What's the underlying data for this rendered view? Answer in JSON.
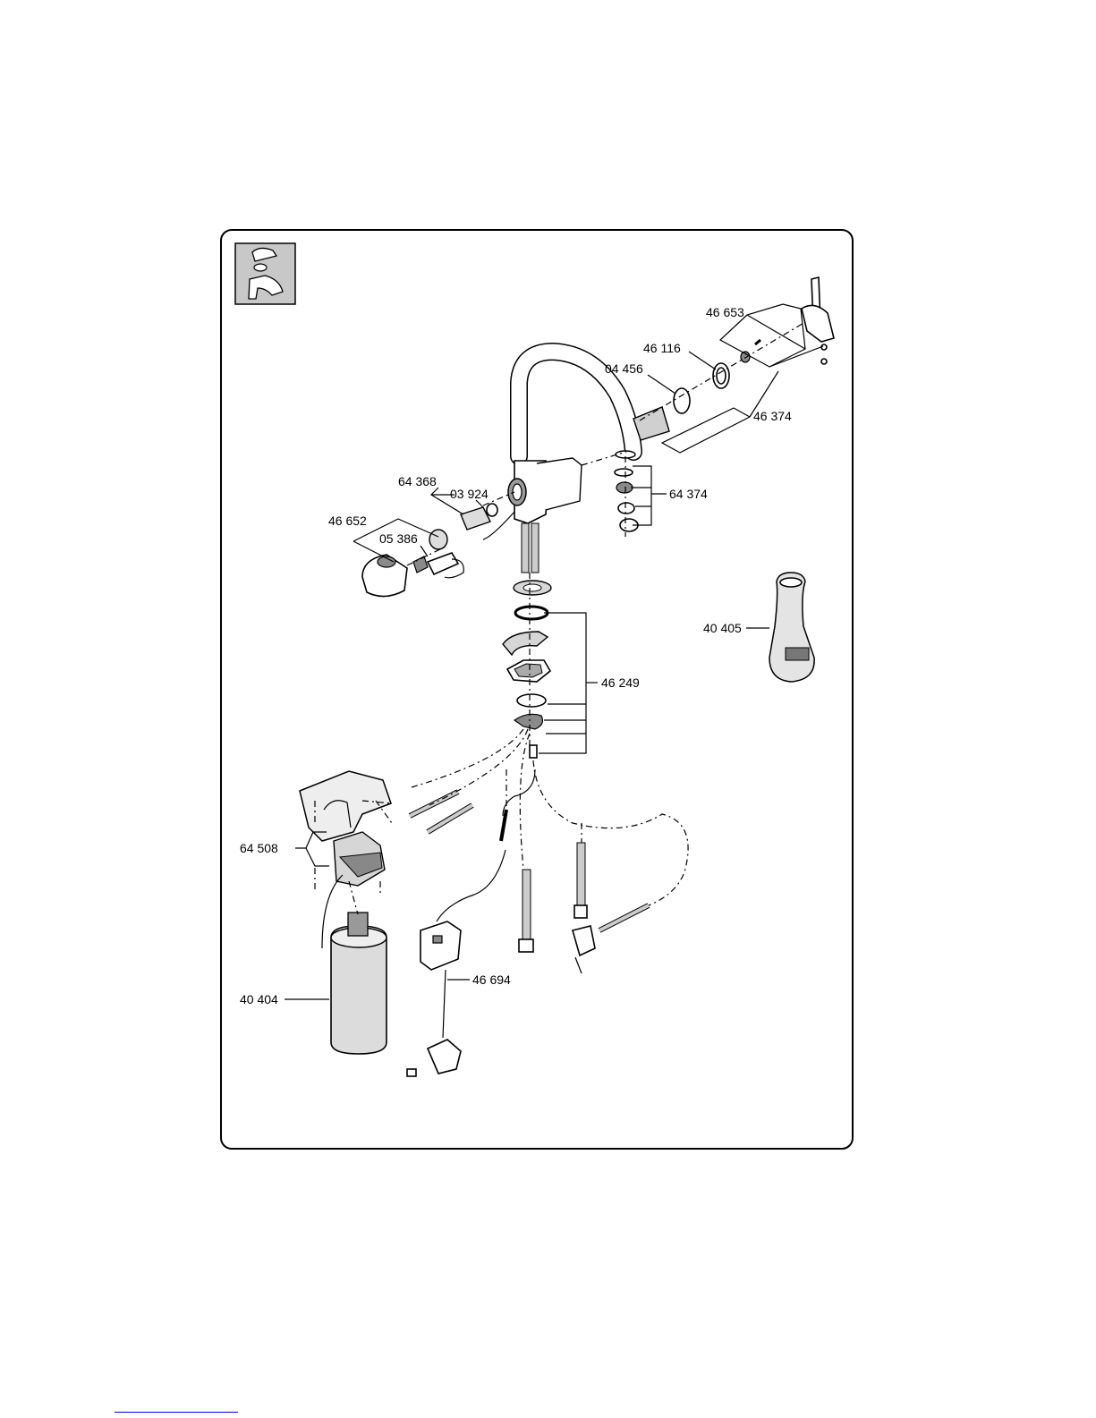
{
  "diagram": {
    "part_labels": {
      "p46653": "46 653",
      "p46116": "46 116",
      "p04456": "04 456",
      "p46374": "46 374",
      "p64374": "64 374",
      "p64368": "64 368",
      "p03924": "03 924",
      "p46652": "46 652",
      "p05386": "05 386",
      "p40405": "40 405",
      "p46249": "46 249",
      "p64508": "64 508",
      "p46694": "46 694",
      "p40404": "40 404"
    },
    "icons": {
      "spare-parts-badge": "faucet-spare-parts-icon"
    },
    "colors": {
      "frame": "#000000",
      "badge_bg": "#c8c8c8",
      "link": "#0000ee"
    }
  }
}
